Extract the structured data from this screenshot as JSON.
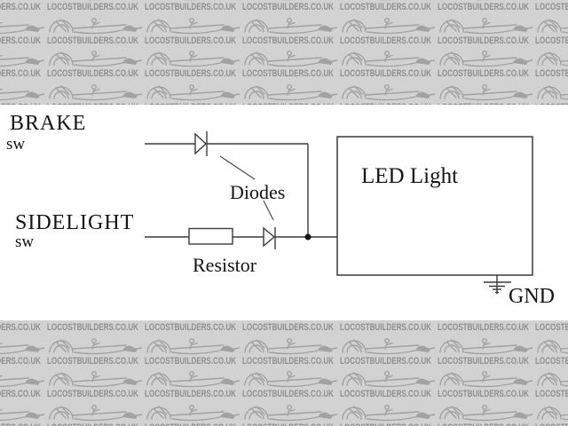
{
  "watermark": {
    "text": "LOCOSTBUILDERS.CO.UK",
    "band_bg": "#d2d2d2",
    "text_color": "#8f8f8f",
    "car_color": "#a2a2a2"
  },
  "diagram": {
    "line_color": "#3a3a3a",
    "brake": {
      "label": "BRAKE",
      "sub": "sw"
    },
    "sidelight": {
      "label": "SIDELIGHT",
      "sub": "sw"
    },
    "diodes_label": "Diodes",
    "resistor_label": "Resistor",
    "led_label": "LED Light",
    "gnd_label": "GND"
  }
}
